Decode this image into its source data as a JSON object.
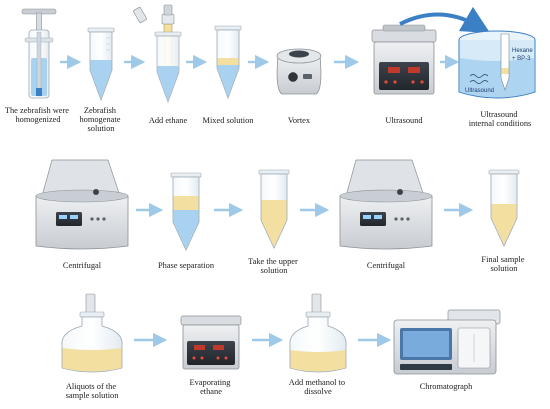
{
  "figure": {
    "rows": [
      {
        "steps": [
          {
            "id": "homogenize",
            "label_lines": [
              "The zebrafish were",
              "homogenized"
            ],
            "icon": "homogenizer-icon"
          },
          {
            "id": "homogenate",
            "label_lines": [
              "Zebrafish",
              "homogenate",
              "solution"
            ],
            "icon": "centrifuge-tube-icon"
          },
          {
            "id": "add-ethane",
            "label_lines": [
              "Add ethane"
            ],
            "icon": "pipette-tube-icon"
          },
          {
            "id": "mixed",
            "label_lines": [
              "Mixed solution"
            ],
            "icon": "centrifuge-tube-icon"
          },
          {
            "id": "vortex",
            "label_lines": [
              "Vortex"
            ],
            "icon": "vortex-mixer-icon"
          },
          {
            "id": "ultrasound",
            "label_lines": [
              "Ultrasound"
            ],
            "icon": "ultrasonic-bath-icon"
          },
          {
            "id": "ultrasound-internal",
            "label_lines": [
              "Ultrasound",
              "internal conditions"
            ],
            "icon": "ultrasound-bath-detail-icon"
          }
        ]
      },
      {
        "steps": [
          {
            "id": "centrifugal-1",
            "label_lines": [
              "Centrifugal"
            ],
            "icon": "centrifuge-icon"
          },
          {
            "id": "phase-separation",
            "label_lines": [
              "Phase separation"
            ],
            "icon": "centrifuge-tube-icon"
          },
          {
            "id": "take-upper",
            "label_lines": [
              "Take the upper",
              "solution"
            ],
            "icon": "centrifuge-tube-icon"
          },
          {
            "id": "centrifugal-2",
            "label_lines": [
              "Centrifugal"
            ],
            "icon": "centrifuge-icon"
          },
          {
            "id": "final-sample",
            "label_lines": [
              "Final sample",
              "solution"
            ],
            "icon": "centrifuge-tube-icon"
          }
        ]
      },
      {
        "steps": [
          {
            "id": "aliquots",
            "label_lines": [
              "Aliquots of the",
              "sample solution"
            ],
            "icon": "bottle-icon"
          },
          {
            "id": "evaporating",
            "label_lines": [
              "Evaporating",
              "ethane"
            ],
            "icon": "ultrasonic-bath-icon"
          },
          {
            "id": "add-methanol",
            "label_lines": [
              "Add methanol to",
              "dissolve"
            ],
            "icon": "bottle-icon"
          },
          {
            "id": "chromatograph",
            "label_lines": [
              "Chromatograph"
            ],
            "icon": "chromatograph-icon"
          }
        ]
      }
    ],
    "detail_labels": {
      "hexane": "Hexane",
      "bp3": "+ BP-3",
      "ultrasound": "Ultrasound"
    },
    "colors": {
      "arrow": "#9ec9e8",
      "curved_arrow": "#3b7fc4",
      "liquid_blue": "#a9d2f0",
      "liquid_yellow": "#f3dfa0"
    }
  }
}
